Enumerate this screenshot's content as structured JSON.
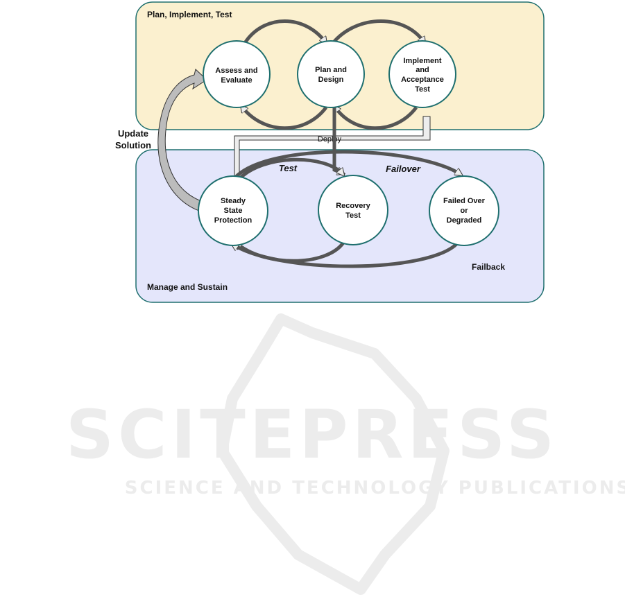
{
  "groups": {
    "top": {
      "title": "Plan, Implement, Test",
      "fill": "#fbf0cf",
      "stroke": "#1e6f6e"
    },
    "bottom": {
      "title": "Manage and Sustain",
      "fill": "#e4e6fb",
      "stroke": "#1e6f6e"
    }
  },
  "nodes": {
    "assess": [
      "Assess and",
      "Evaluate"
    ],
    "plan": [
      "Plan and",
      "Design"
    ],
    "implement": [
      "Implement",
      "and",
      "Acceptance",
      "Test"
    ],
    "steady": [
      "Steady",
      "State",
      "Protection"
    ],
    "recovery": [
      "Recovery",
      "Test"
    ],
    "failed": [
      "Failed Over",
      "or",
      "Degraded"
    ]
  },
  "labels": {
    "update": [
      "Update",
      "Solution"
    ],
    "deploy": "Deploy",
    "test": "Test",
    "failover": "Failover",
    "failback": "Failback"
  },
  "watermark": {
    "publisher": "SCITEPRESS",
    "tagline": "SCIENCE AND TECHNOLOGY PUBLICATIONS"
  },
  "colors": {
    "node_fill": "#ffffff",
    "node_stroke": "#1e6f6e",
    "arrow_fill": "#ededed",
    "arrow_stroke": "#333333",
    "watermark": "#ececec"
  }
}
